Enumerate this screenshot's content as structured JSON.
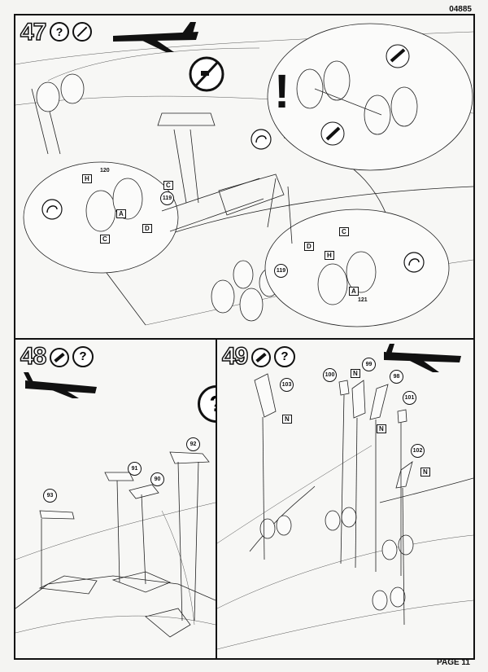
{
  "header": {
    "code": "04885"
  },
  "footer": {
    "page": "PAGE 11"
  },
  "steps": [
    {
      "number": "47",
      "parts": {
        "p120": "120",
        "p119a": "119",
        "p119b": "119",
        "p121": "121"
      },
      "tags": {
        "H1": "H",
        "C1": "C",
        "A1": "A",
        "D1": "D",
        "C2": "C",
        "C3": "C",
        "D2": "D",
        "H2": "H",
        "A2": "A"
      },
      "warning": "!"
    },
    {
      "number": "48",
      "parts": {
        "p92": "92",
        "p91": "91",
        "p90": "90",
        "p93": "93"
      },
      "hint": "?"
    },
    {
      "number": "49",
      "parts": {
        "p103": "103",
        "p100": "100",
        "p99": "99",
        "p98": "98",
        "p101": "101",
        "p102": "102"
      },
      "tags": {
        "N1": "N",
        "N2": "N",
        "N3": "N",
        "N4": "N"
      }
    }
  ]
}
